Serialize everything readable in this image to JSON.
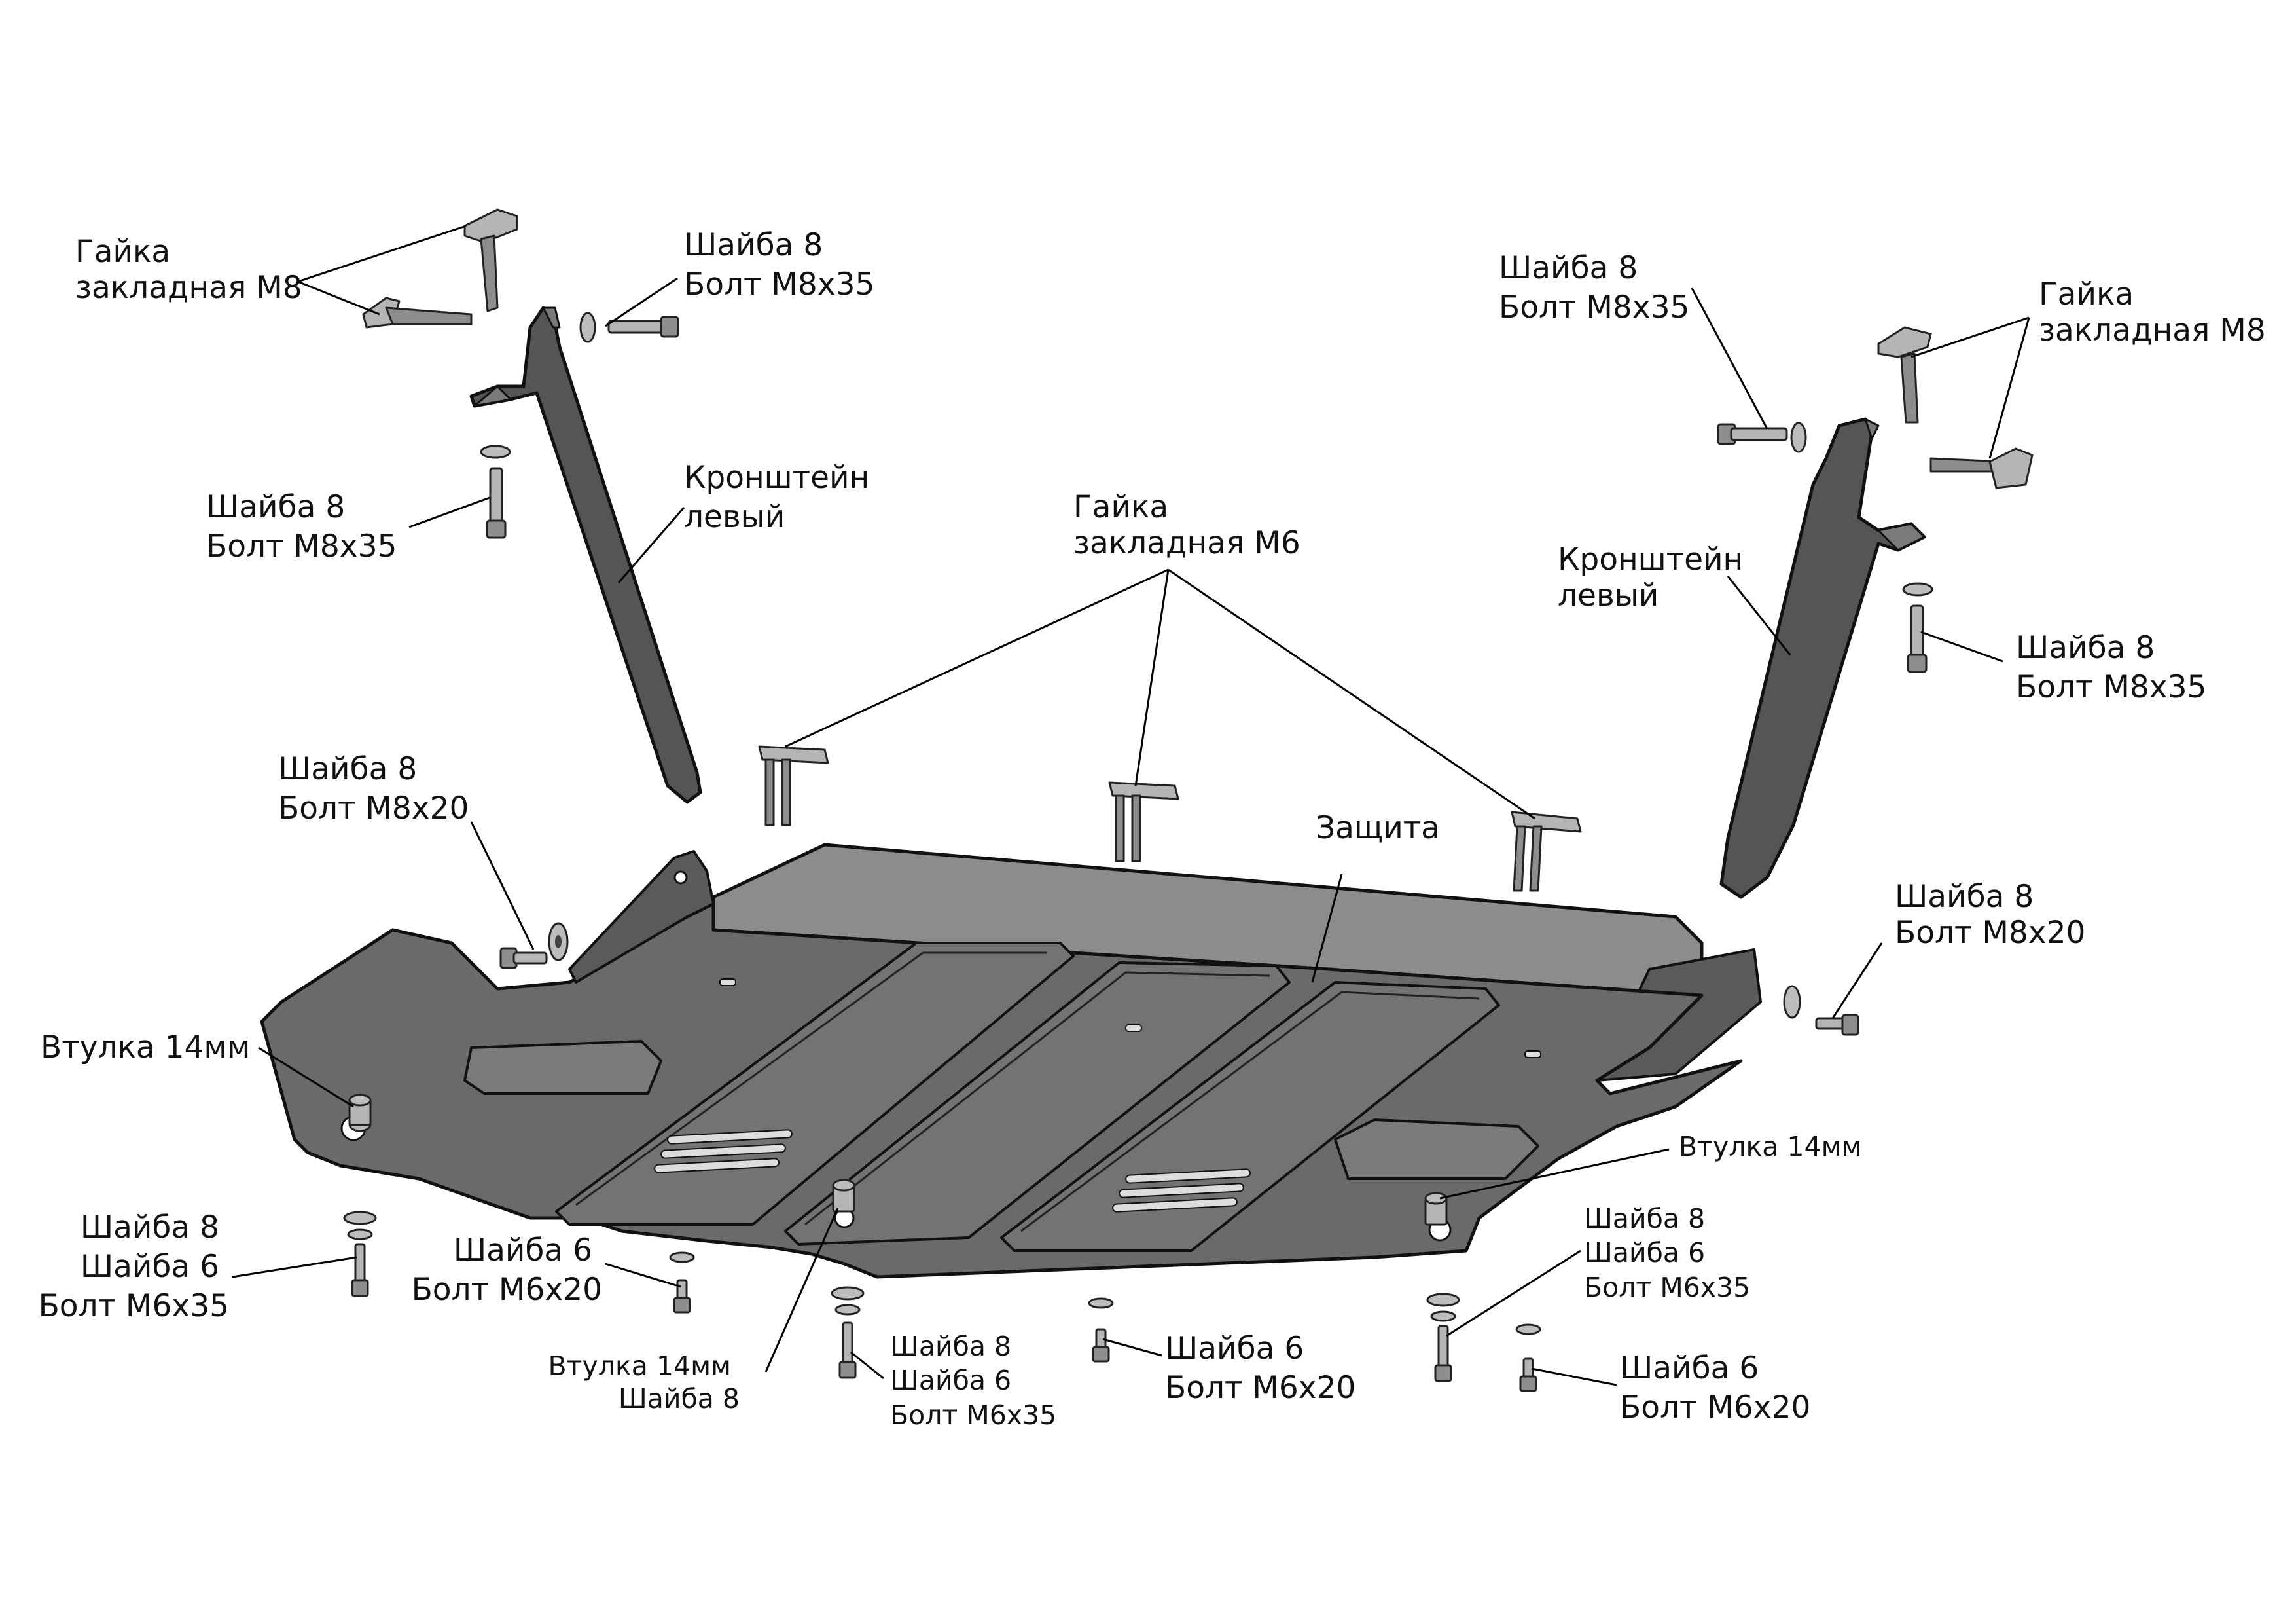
{
  "labels": {
    "nut_m8_left": [
      "Гайка",
      "закладная М8"
    ],
    "washer_bolt_top_left": [
      "Шайба 8",
      "Болт М8х35"
    ],
    "washer_bolt_mid_left": [
      "Шайба 8",
      "Болт М8х35"
    ],
    "bracket_left_1": [
      "Кронштейн",
      "левый"
    ],
    "nut_m6_center": [
      "Гайка",
      "закладная М6"
    ],
    "washer_bolt_top_right": [
      "Шайба 8",
      "Болт М8х35"
    ],
    "nut_m8_right": [
      "Гайка",
      "закладная М8"
    ],
    "bracket_left_2": [
      "Кронштейн",
      "левый"
    ],
    "washer_bolt_mid_right": [
      "Шайба 8",
      "Болт М8х35"
    ],
    "washer_bolt_m8x20_left": [
      "Шайба 8",
      "Болт М8х20"
    ],
    "guard": [
      "Защита"
    ],
    "washer_bolt_m8x20_right": [
      "Шайба 8",
      "Болт М8х20"
    ],
    "sleeve_left": [
      "Втулка 14мм"
    ],
    "sleeve_right": [
      "Втулка 14мм"
    ],
    "fastener_set_bottom_left": [
      "Шайба 8",
      "Шайба 6",
      "Болт М6х35"
    ],
    "washer6_bolt_left": [
      "Шайба 6",
      "Болт М6х20"
    ],
    "sleeve_washer_center": [
      "Втулка 14мм",
      "Шайба 8"
    ],
    "fastener_set_bottom_center": [
      "Шайба 8",
      "Шайба 6",
      "Болт М6х35"
    ],
    "washer6_bolt_center": [
      "Шайба 6",
      "Болт М6х20"
    ],
    "fastener_set_bottom_right": [
      "Шайба 8",
      "Шайба 6",
      "Болт М6х35"
    ],
    "washer6_bolt_right": [
      "Шайба 6",
      "Болт М6х20"
    ]
  }
}
